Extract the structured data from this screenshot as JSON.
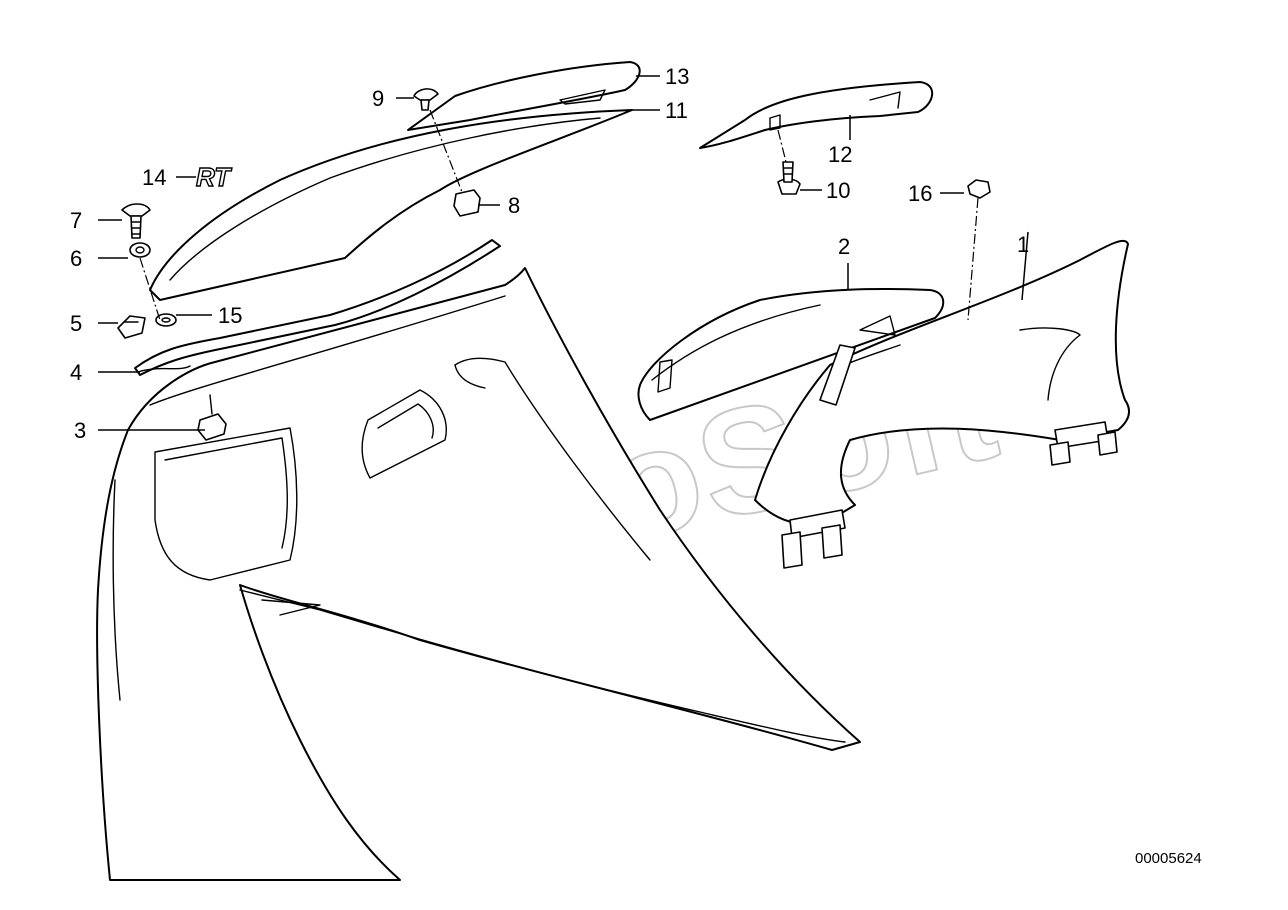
{
  "diagram": {
    "reference_number": "00005624",
    "watermark": "AutoSoft",
    "emblem_text": "RT",
    "callouts": [
      {
        "id": "c1",
        "label": "1"
      },
      {
        "id": "c2",
        "label": "2"
      },
      {
        "id": "c3",
        "label": "3"
      },
      {
        "id": "c4",
        "label": "4"
      },
      {
        "id": "c5",
        "label": "5"
      },
      {
        "id": "c6",
        "label": "6"
      },
      {
        "id": "c7",
        "label": "7"
      },
      {
        "id": "c8",
        "label": "8"
      },
      {
        "id": "c9",
        "label": "9"
      },
      {
        "id": "c10",
        "label": "10"
      },
      {
        "id": "c11",
        "label": "11"
      },
      {
        "id": "c12",
        "label": "12"
      },
      {
        "id": "c13",
        "label": "13"
      },
      {
        "id": "c14",
        "label": "14"
      },
      {
        "id": "c15",
        "label": "15"
      },
      {
        "id": "c16",
        "label": "16"
      }
    ]
  }
}
